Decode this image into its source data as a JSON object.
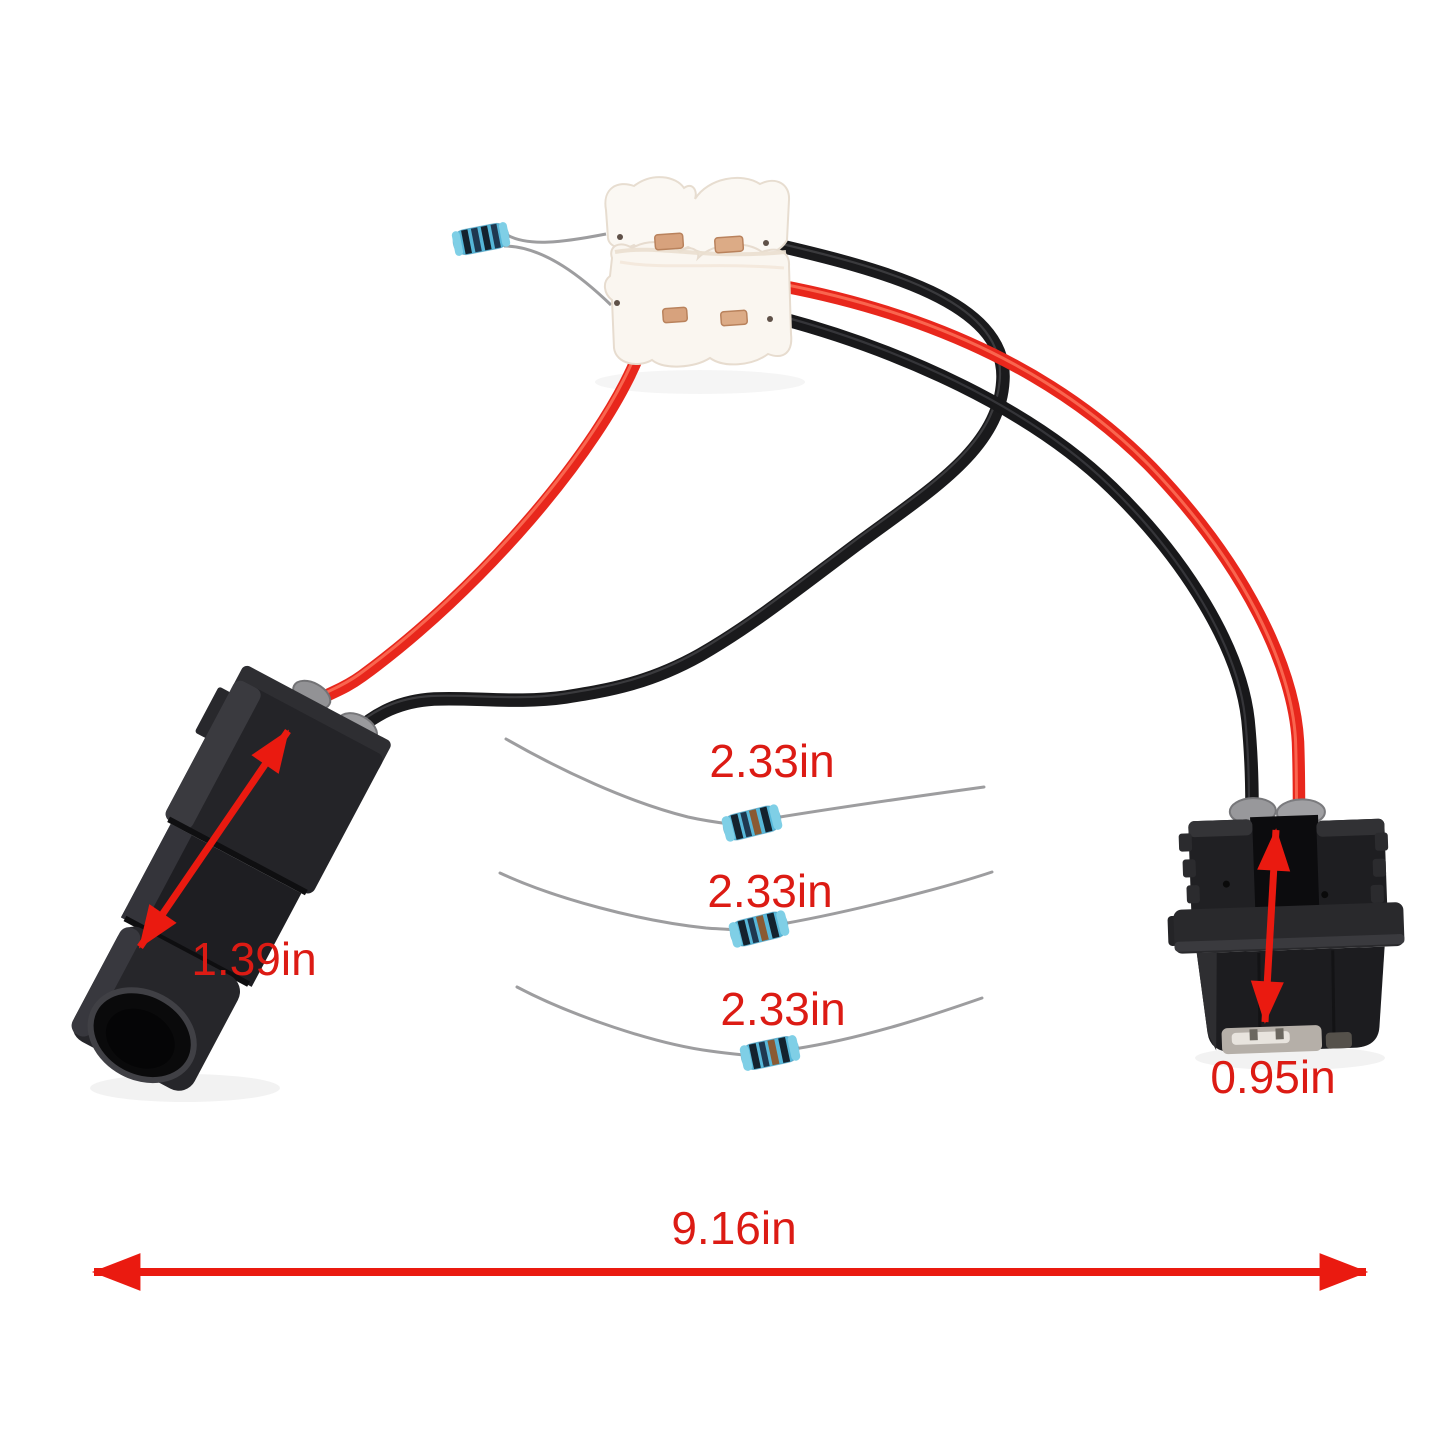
{
  "annotations": {
    "left_connector": "1.39in",
    "resistor_1": "2.33in",
    "resistor_2": "2.33in",
    "resistor_3": "2.33in",
    "right_connector": "0.95in",
    "overall": "9.16in"
  },
  "objects": [
    "white-spring-terminal-block",
    "pigtail-resistor",
    "left-male-connector",
    "right-female-connector",
    "red-wire",
    "black-wire",
    "loose-resistor-1",
    "loose-resistor-2",
    "loose-resistor-3",
    "dimension-arrows"
  ],
  "palette": {
    "background": "#ffffff",
    "annotation_text_red": "#dc1b14",
    "arrow_red": "#ea1a10",
    "wire_red": "#e8271c",
    "wire_black": "#1a1a1c",
    "connector_body_black": "#222226",
    "seal_gray": "#939396",
    "terminal_block_white": "#faf7f1",
    "copper_contact": "#d7a27d",
    "resistor_body_blue": "#57b8da",
    "resistor_band_dark": "#1f3850",
    "resistor_band_copper": "#8a5a33",
    "lead_silver": "#9d9d9f"
  }
}
